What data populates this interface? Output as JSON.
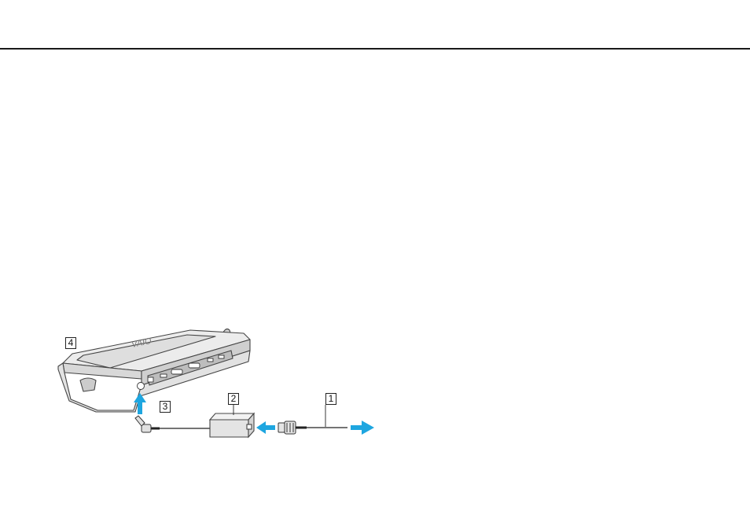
{
  "figure": {
    "callouts": {
      "c1": "1",
      "c2": "2",
      "c3": "3",
      "c4": "4"
    },
    "dock_logo": "VAIO",
    "colors": {
      "arrow": "#1ea6e0",
      "outline": "#444444",
      "body_fill": "#e6e6e6",
      "rule": "#1a1a1a"
    },
    "icons": [
      "docking-station",
      "ac-adapter",
      "power-cord",
      "dc-plug",
      "ac-plug",
      "arrow-up-icon",
      "arrow-left-icon",
      "arrow-right-icon"
    ]
  }
}
